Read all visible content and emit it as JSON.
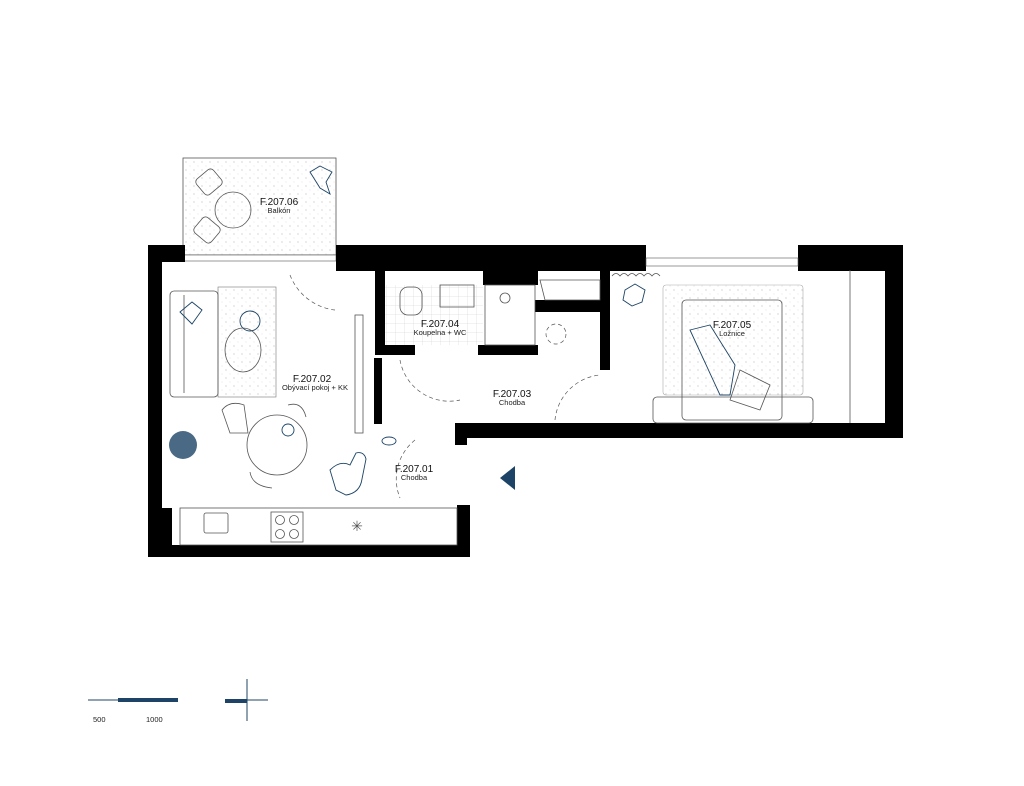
{
  "rooms": [
    {
      "code": "F.207.06",
      "name": "Balkón"
    },
    {
      "code": "F.207.02",
      "name": "Obývací pokoj + KK"
    },
    {
      "code": "F.207.04",
      "name": "Koupelna + WC"
    },
    {
      "code": "F.207.03",
      "name": "Chodba"
    },
    {
      "code": "F.207.05",
      "name": "Ložnice"
    },
    {
      "code": "F.207.01",
      "name": "Chodba"
    }
  ],
  "scale_bar": {
    "labels": [
      "500",
      "1000"
    ]
  },
  "colors": {
    "wall": "#000000",
    "accent": "#1d4466"
  },
  "icons": {
    "entrance": "entrance-arrow-icon"
  }
}
